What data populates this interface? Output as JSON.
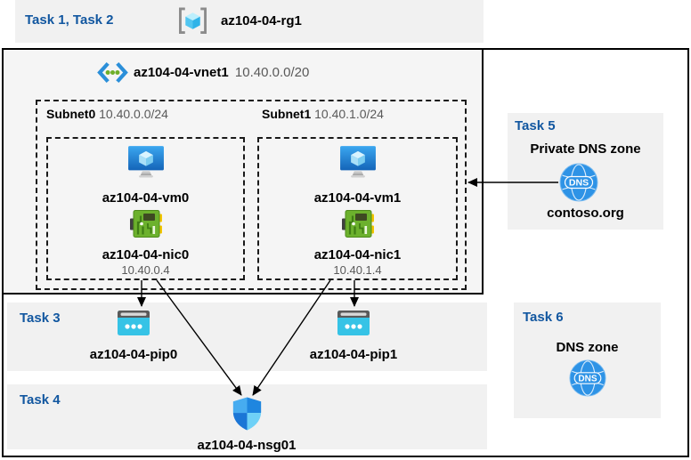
{
  "header": {
    "task_label": "Task 1, Task 2",
    "resource_group": "az104-04-rg1"
  },
  "vnet": {
    "name": "az104-04-vnet1",
    "cidr": "10.40.0.0/20",
    "subnets": [
      {
        "name": "Subnet0",
        "cidr": "10.40.0.0/24",
        "vm": "az104-04-vm0",
        "nic": "az104-04-nic0",
        "ip": "10.40.0.4"
      },
      {
        "name": "Subnet1",
        "cidr": "10.40.1.0/24",
        "vm": "az104-04-vm1",
        "nic": "az104-04-nic1",
        "ip": "10.40.1.4"
      }
    ]
  },
  "task3": {
    "label": "Task 3",
    "pip0": "az104-04-pip0",
    "pip1": "az104-04-pip1"
  },
  "task4": {
    "label": "Task 4",
    "nsg": "az104-04-nsg01"
  },
  "task5": {
    "label": "Task 5",
    "title": "Private DNS zone",
    "zone": "contoso.org",
    "dns_icon_text": "DNS"
  },
  "task6": {
    "label": "Task 6",
    "title": "DNS zone",
    "dns_icon_text": "DNS"
  },
  "colors": {
    "task_label_blue": "#1257A0",
    "panel_gray": "#F1F1F1",
    "vnet_fill": "#F5F5F5",
    "muted_text": "#595959",
    "line_black": "#000000",
    "dns_blue": "#2E93E6",
    "nic_green": "#6CB12D",
    "pip_cyan": "#36C3E6",
    "vm_blue": "#1E7FD0"
  }
}
